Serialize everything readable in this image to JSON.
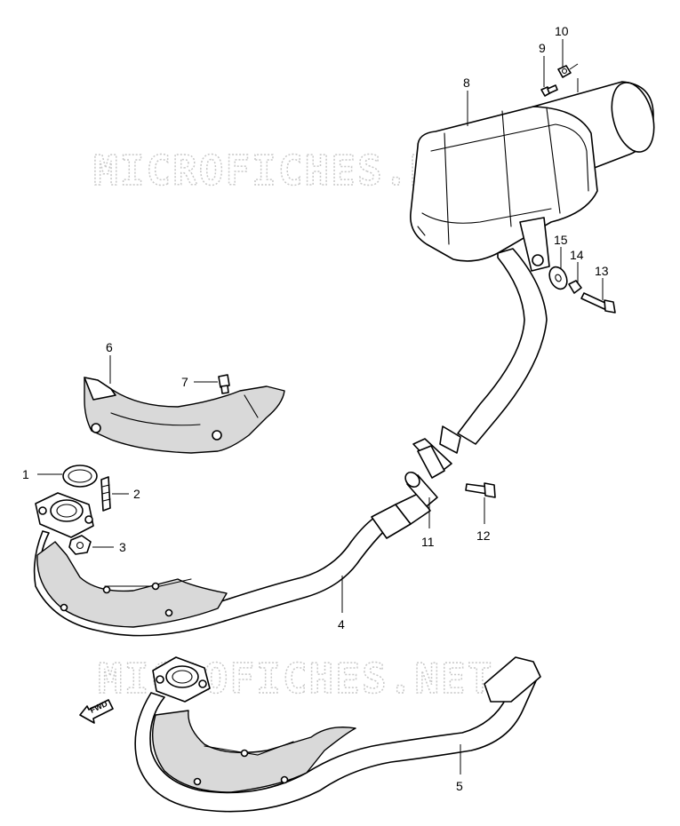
{
  "watermarks": [
    "MICROFICHES.NET",
    "MICROFICHES.NET"
  ],
  "direction_label": "FWD",
  "callouts": [
    {
      "id": "1",
      "label": "1"
    },
    {
      "id": "2",
      "label": "2"
    },
    {
      "id": "3",
      "label": "3"
    },
    {
      "id": "4",
      "label": "4"
    },
    {
      "id": "5",
      "label": "5"
    },
    {
      "id": "6",
      "label": "6"
    },
    {
      "id": "7",
      "label": "7"
    },
    {
      "id": "8",
      "label": "8"
    },
    {
      "id": "9",
      "label": "9"
    },
    {
      "id": "10",
      "label": "10"
    },
    {
      "id": "11",
      "label": "11"
    },
    {
      "id": "12",
      "label": "12"
    },
    {
      "id": "13",
      "label": "13"
    },
    {
      "id": "14",
      "label": "14"
    },
    {
      "id": "15",
      "label": "15"
    }
  ]
}
